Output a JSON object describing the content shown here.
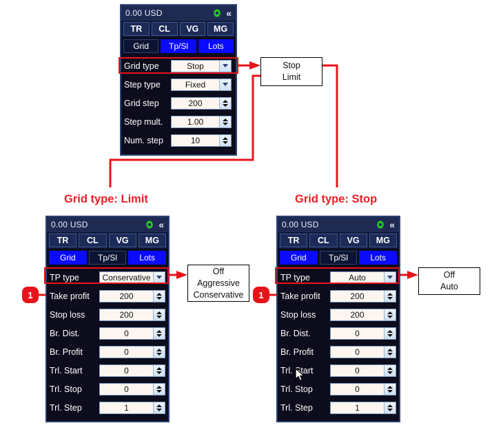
{
  "top_panel": {
    "title": "0.00 USD",
    "gear_icon": "gear-icon",
    "collapse_icon": "double-chevron-left-icon",
    "mode_buttons": [
      "TR",
      "CL",
      "VG",
      "MG"
    ],
    "tabs": [
      {
        "label": "Grid",
        "active": true
      },
      {
        "label": "Tp/Sl",
        "active": false
      },
      {
        "label": "Lots",
        "active": false
      }
    ],
    "rows": [
      {
        "label": "Grid type",
        "value": "Stop",
        "control": "dropdown",
        "highlighted": true
      },
      {
        "label": "Step type",
        "value": "Fixed",
        "control": "dropdown",
        "highlighted": false
      },
      {
        "label": "Grid step",
        "value": "200",
        "control": "spinner",
        "highlighted": false
      },
      {
        "label": "Step mult.",
        "value": "1.00",
        "control": "spinner",
        "highlighted": false
      },
      {
        "label": "Num. step",
        "value": "10",
        "control": "spinner",
        "highlighted": false
      }
    ]
  },
  "top_callout": {
    "options": [
      "Stop",
      "Limit"
    ]
  },
  "left": {
    "heading": "Grid type: Limit",
    "badge": "1",
    "panel": {
      "title": "0.00 USD",
      "gear_icon": "gear-icon",
      "collapse_icon": "double-chevron-left-icon",
      "mode_buttons": [
        "TR",
        "CL",
        "VG",
        "MG"
      ],
      "tabs": [
        {
          "label": "Grid",
          "active": false
        },
        {
          "label": "Tp/Sl",
          "active": true
        },
        {
          "label": "Lots",
          "active": false
        }
      ],
      "rows": [
        {
          "label": "TP type",
          "value": "Conservative",
          "control": "dropdown",
          "highlighted": true
        },
        {
          "label": "Take profit",
          "value": "200",
          "control": "spinner",
          "highlighted": false
        },
        {
          "label": "Stop loss",
          "value": "200",
          "control": "spinner",
          "highlighted": false
        },
        {
          "label": "Br. Dist.",
          "value": "0",
          "control": "spinner",
          "highlighted": false
        },
        {
          "label": "Br. Profit",
          "value": "0",
          "control": "spinner",
          "highlighted": false
        },
        {
          "label": "Trl. Start",
          "value": "0",
          "control": "spinner",
          "highlighted": false
        },
        {
          "label": "Trl. Stop",
          "value": "0",
          "control": "spinner",
          "highlighted": false
        },
        {
          "label": "Trl. Step",
          "value": "1",
          "control": "spinner",
          "highlighted": false
        }
      ]
    },
    "callout": {
      "options": [
        "Off",
        "Aggressive",
        "Conservative"
      ]
    }
  },
  "right": {
    "heading": "Grid type: Stop",
    "badge": "1",
    "panel": {
      "title": "0.00 USD",
      "gear_icon": "gear-icon",
      "collapse_icon": "double-chevron-left-icon",
      "mode_buttons": [
        "TR",
        "CL",
        "VG",
        "MG"
      ],
      "tabs": [
        {
          "label": "Grid",
          "active": false
        },
        {
          "label": "Tp/Sl",
          "active": true
        },
        {
          "label": "Lots",
          "active": false
        }
      ],
      "rows": [
        {
          "label": "TP type",
          "value": "Auto",
          "control": "dropdown",
          "highlighted": true
        },
        {
          "label": "Take profit",
          "value": "200",
          "control": "spinner",
          "highlighted": false
        },
        {
          "label": "Stop loss",
          "value": "200",
          "control": "spinner",
          "highlighted": false
        },
        {
          "label": "Br. Dist.",
          "value": "0",
          "control": "spinner",
          "highlighted": false
        },
        {
          "label": "Br. Profit",
          "value": "0",
          "control": "spinner",
          "highlighted": false
        },
        {
          "label": "Trl. Start",
          "value": "0",
          "control": "spinner",
          "highlighted": false
        },
        {
          "label": "Trl. Stop",
          "value": "0",
          "control": "spinner",
          "highlighted": false
        },
        {
          "label": "Trl. Step",
          "value": "1",
          "control": "spinner",
          "highlighted": false
        }
      ]
    },
    "callout": {
      "options": [
        "Off",
        "Auto"
      ]
    }
  },
  "colors": {
    "annotation_red": "#e8131a",
    "heading_red": "#ee1c25",
    "panel_bg": "#0c0c1c",
    "titlebar": "#1f2a52",
    "tab_idle_blue": "#0a0aff",
    "gear_green": "#22cc22"
  }
}
